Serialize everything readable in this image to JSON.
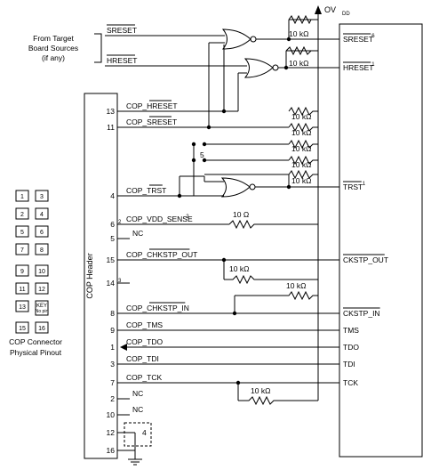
{
  "supply": {
    "label": "OV",
    "sub": "DD"
  },
  "target_sources": [
    "From Target",
    "Board Sources",
    "(if any)"
  ],
  "board_signals": [
    "SRESET",
    "HRESET"
  ],
  "header_label": "COP Header",
  "pins": [
    {
      "num": "13",
      "signal": "COP_HRESET"
    },
    {
      "num": "11",
      "signal": "COP_SRESET"
    },
    {
      "num": "4",
      "signal": "COP_TRST"
    },
    {
      "num": "6",
      "signal": "COP_VDD_SENSE",
      "sup": "2"
    },
    {
      "num": "5",
      "signal": "NC"
    },
    {
      "num": "15",
      "signal": "COP_CHKSTP_OUT"
    },
    {
      "num": "14",
      "signal": "",
      "sup": "3"
    },
    {
      "num": "8",
      "signal": "COP_CHKSTP_IN"
    },
    {
      "num": "9",
      "signal": "COP_TMS"
    },
    {
      "num": "1",
      "signal": "COP_TDO"
    },
    {
      "num": "3",
      "signal": "COP_TDI"
    },
    {
      "num": "7",
      "signal": "COP_TCK"
    },
    {
      "num": "2",
      "signal": "NC"
    },
    {
      "num": "10",
      "signal": "NC"
    },
    {
      "num": "12",
      "signal": ""
    },
    {
      "num": "16",
      "signal": ""
    }
  ],
  "resistors": [
    "10 kΩ",
    "10 kΩ",
    "10 kΩ",
    "10 kΩ",
    "10 kΩ",
    "10 kΩ",
    "10 kΩ",
    "10 Ω",
    "10 kΩ",
    "10 kΩ",
    "10 kΩ"
  ],
  "processor_pins": [
    {
      "label": "SRESET",
      "sup": "6"
    },
    {
      "label": "HRESET",
      "sup": "1"
    },
    {
      "label": "TRST",
      "sup": "1"
    },
    {
      "label": "CKSTP_OUT"
    },
    {
      "label": "CKSTP_IN"
    },
    {
      "label": "TMS"
    },
    {
      "label": "TDO"
    },
    {
      "label": "TDI"
    },
    {
      "label": "TCK"
    }
  ],
  "note_5": "5",
  "note_4": "4",
  "pinout_grid": [
    [
      "1",
      "3"
    ],
    [
      "2",
      "4"
    ],
    [
      "5",
      "6"
    ],
    [
      "7",
      "8"
    ],
    [
      "9",
      "10"
    ],
    [
      "11",
      "12"
    ],
    [
      "13",
      "KEY"
    ],
    [
      "15",
      "16"
    ]
  ],
  "key_label": [
    "KEY",
    "No pin"
  ],
  "pinout_caption": [
    "COP Connector",
    "Physical Pinout"
  ]
}
